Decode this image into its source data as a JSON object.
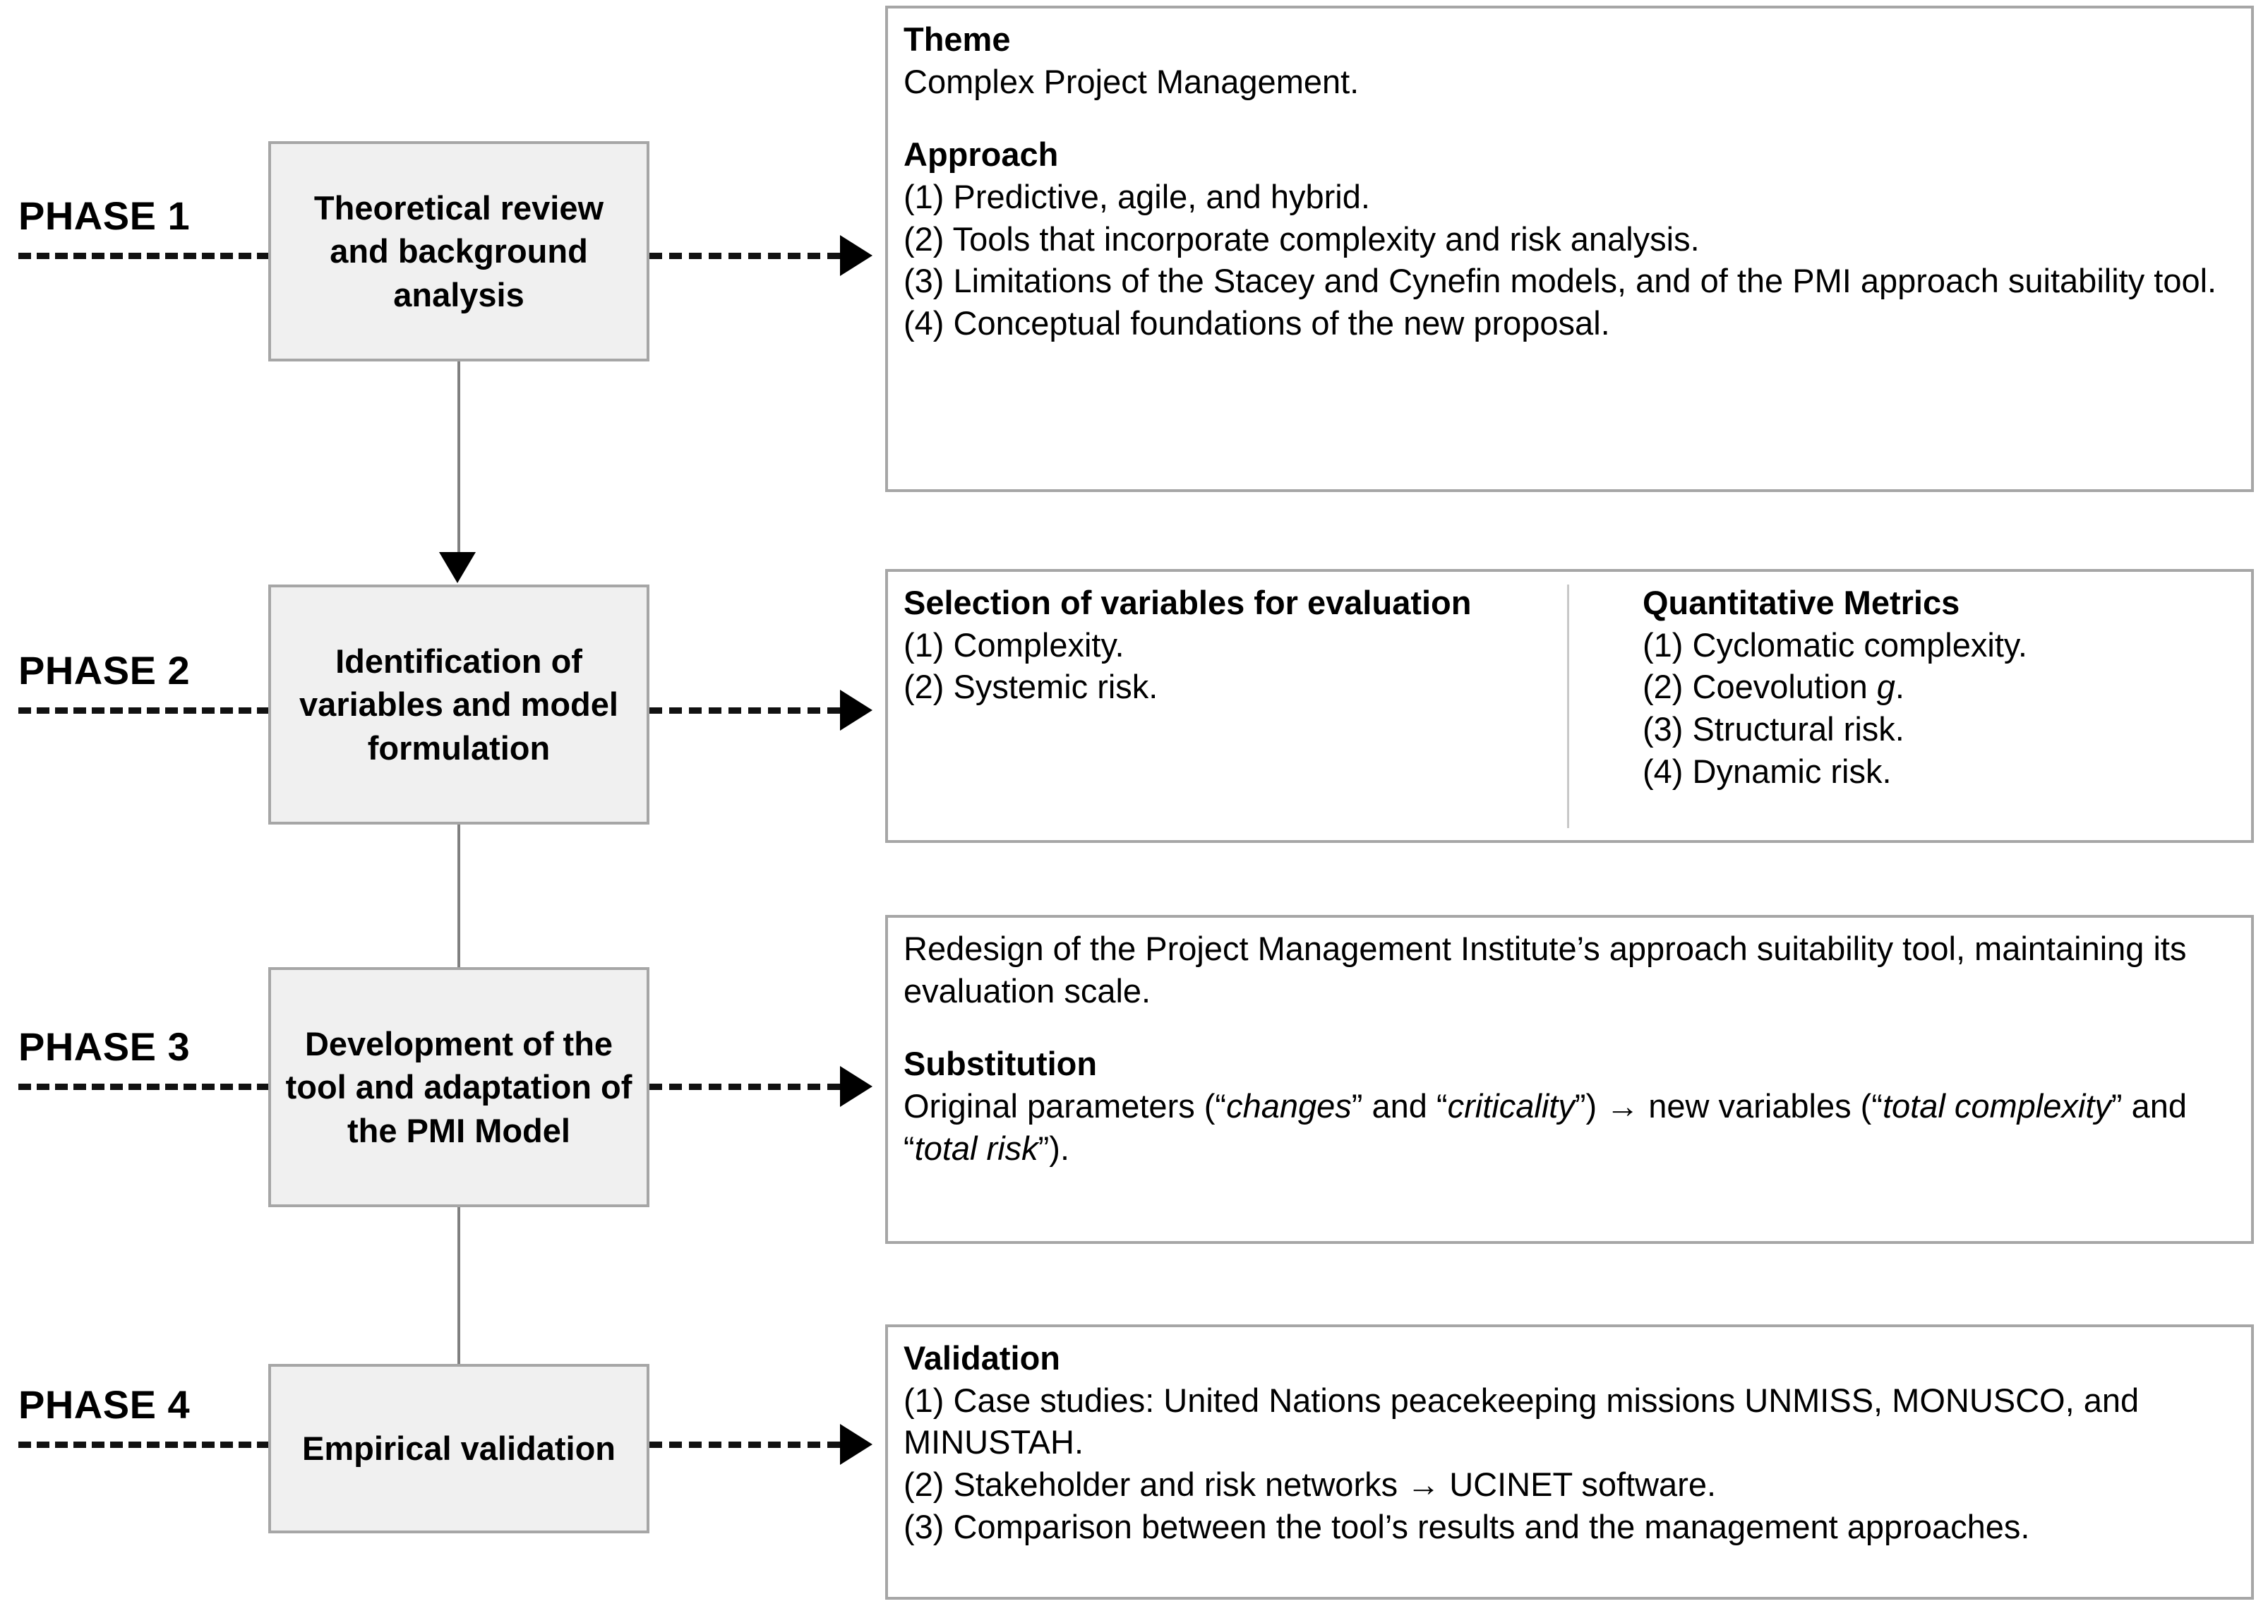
{
  "diagram": {
    "title": "Research methodology phases flowchart",
    "colors": {
      "box_fill": "#f0f0f0",
      "box_border": "#a6a6a6",
      "panel_border": "#a6a6a6",
      "connector": "#808080",
      "arrow": "#000000",
      "text": "#000000",
      "divider": "#c8c8c8"
    }
  },
  "phases": [
    {
      "label": "PHASE 1",
      "box_text": "Theoretical review and background analysis",
      "panel": {
        "layout": "single-column",
        "blocks": [
          {
            "style": "bold",
            "text": "Theme"
          },
          {
            "style": "normal",
            "text": "Complex Project Management."
          },
          {
            "style": "bold",
            "spacer": true,
            "text": "Approach"
          },
          {
            "style": "normal",
            "text": "(1) Predictive, agile, and hybrid."
          },
          {
            "style": "normal",
            "text": "(2) Tools that incorporate complexity and risk analysis."
          },
          {
            "style": "normal",
            "text": "(3) Limitations of the Stacey and Cynefin models, and of the PMI approach suitability tool."
          },
          {
            "style": "normal",
            "text": "(4) Conceptual foundations of the new proposal."
          }
        ]
      }
    },
    {
      "label": "PHASE 2",
      "box_text": "Identification of variables and model formulation",
      "panel": {
        "layout": "two-column",
        "column_left": {
          "heading": "Selection of variables for evaluation",
          "items": [
            "(1) Complexity.",
            "(2) Systemic risk."
          ]
        },
        "column_right": {
          "heading": "Quantitative Metrics",
          "items": [
            "(1) Cyclomatic complexity.",
            "(2) Coevolution g.",
            "(3) Structural risk.",
            "(4) Dynamic risk."
          ]
        }
      }
    },
    {
      "label": "PHASE 3",
      "box_text": "Development of the tool and adaptation of the PMI Model",
      "panel": {
        "layout": "single-column",
        "blocks": [
          {
            "style": "normal",
            "text": "Redesign of the Project Management Institute’s approach suitability tool, maintaining its evaluation scale."
          },
          {
            "style": "bold",
            "spacer": true,
            "text": "Substitution"
          },
          {
            "style": "rich",
            "text": "Original parameters (“changes” and “criticality”) → new variables (“total complexity” and “total risk”)."
          }
        ]
      }
    },
    {
      "label": "PHASE 4",
      "box_text": "Empirical validation",
      "panel": {
        "layout": "single-column",
        "blocks": [
          {
            "style": "bold",
            "text": "Validation"
          },
          {
            "style": "normal",
            "text": "(1) Case studies: United Nations peacekeeping missions UNMISS, MONUSCO, and MINUSTAH."
          },
          {
            "style": "normal",
            "text": "(2) Stakeholder and risk networks → UCINET software."
          },
          {
            "style": "normal",
            "text": "(3) Comparison between the tool’s results and the management approaches."
          }
        ]
      }
    }
  ]
}
